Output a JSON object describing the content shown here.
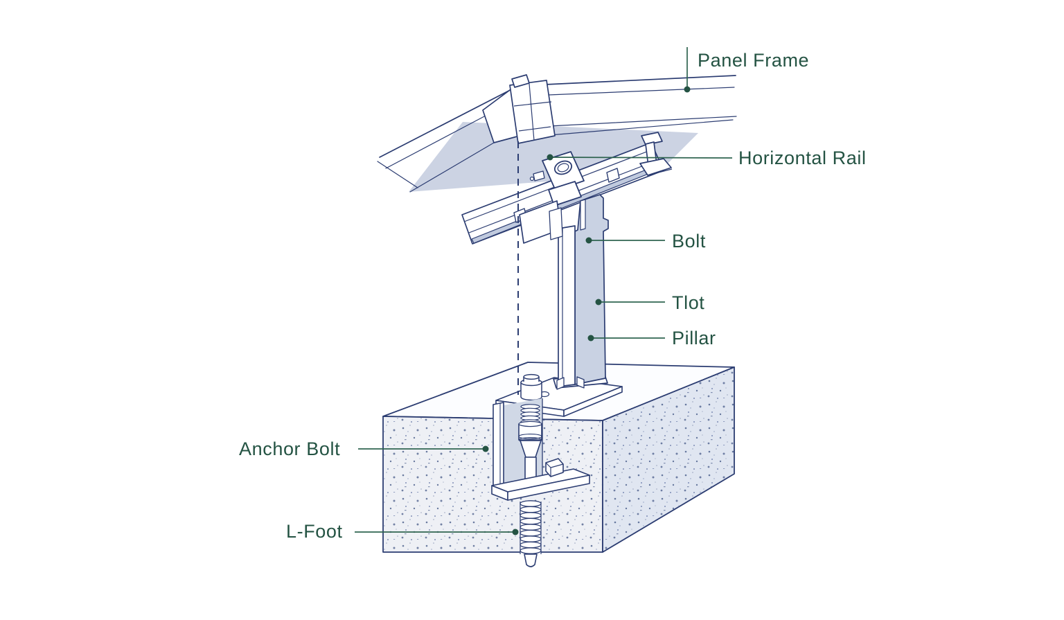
{
  "labels": [
    {
      "id": "panel-frame",
      "text": "Panel Frame"
    },
    {
      "id": "horizontal-rail",
      "text": "Horizontal Rail"
    },
    {
      "id": "bolt",
      "text": "Bolt"
    },
    {
      "id": "tlot",
      "text": "Tlot"
    },
    {
      "id": "pillar",
      "text": "Pillar"
    },
    {
      "id": "anchor-bolt",
      "text": "Anchor Bolt"
    },
    {
      "id": "l-foot",
      "text": "L-Foot"
    }
  ],
  "colors": {
    "background": "#ffffff",
    "line_navy": "#2b3c71",
    "label_text_green": "#245343",
    "leader_green": "#2f6450",
    "shade_panel": "#ccd3e3",
    "pillar_side": "#c9d2e3",
    "rail_shadow": "#c0cade",
    "concrete_front": "#eef0f5",
    "concrete_side": "#e0e6f1",
    "speckle": "#3d5282"
  }
}
